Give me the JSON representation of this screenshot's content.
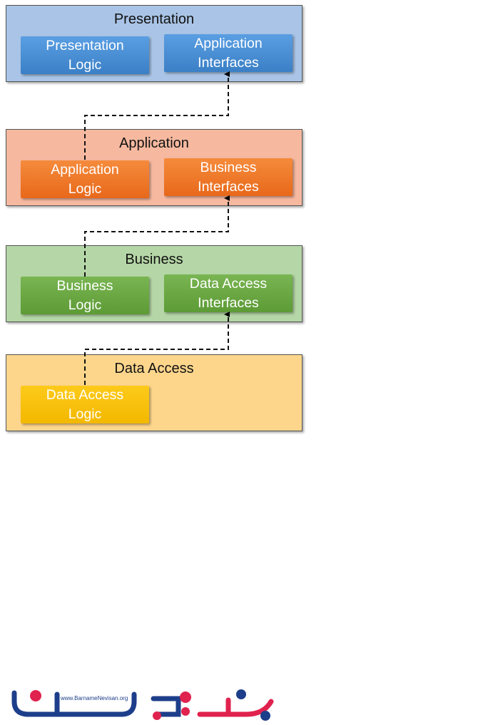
{
  "layers": [
    {
      "title": "Presentation",
      "left": [
        "Presentation",
        "Logic"
      ],
      "right": [
        "Application",
        "Interfaces"
      ]
    },
    {
      "title": "Application",
      "left": [
        "Application",
        "Logic"
      ],
      "right": [
        "Business",
        "Interfaces"
      ]
    },
    {
      "title": "Business",
      "left": [
        "Business",
        "Logic"
      ],
      "right": [
        "Data Access",
        "Interfaces"
      ]
    },
    {
      "title": "Data Access",
      "left": [
        "Data Access",
        "Logic"
      ]
    }
  ],
  "colors": {
    "presentation_bg": "#a9c4e6",
    "presentation_comp": "#4a8fd6",
    "application_bg": "#f6b9a0",
    "application_comp": "#f07a2a",
    "business_bg": "#b5d6a6",
    "business_comp": "#6aaa44",
    "data_access_bg": "#fdd68c",
    "data_access_comp": "#fbc200"
  },
  "logo": {
    "url_text": "www.BarnameNevisan.org"
  }
}
